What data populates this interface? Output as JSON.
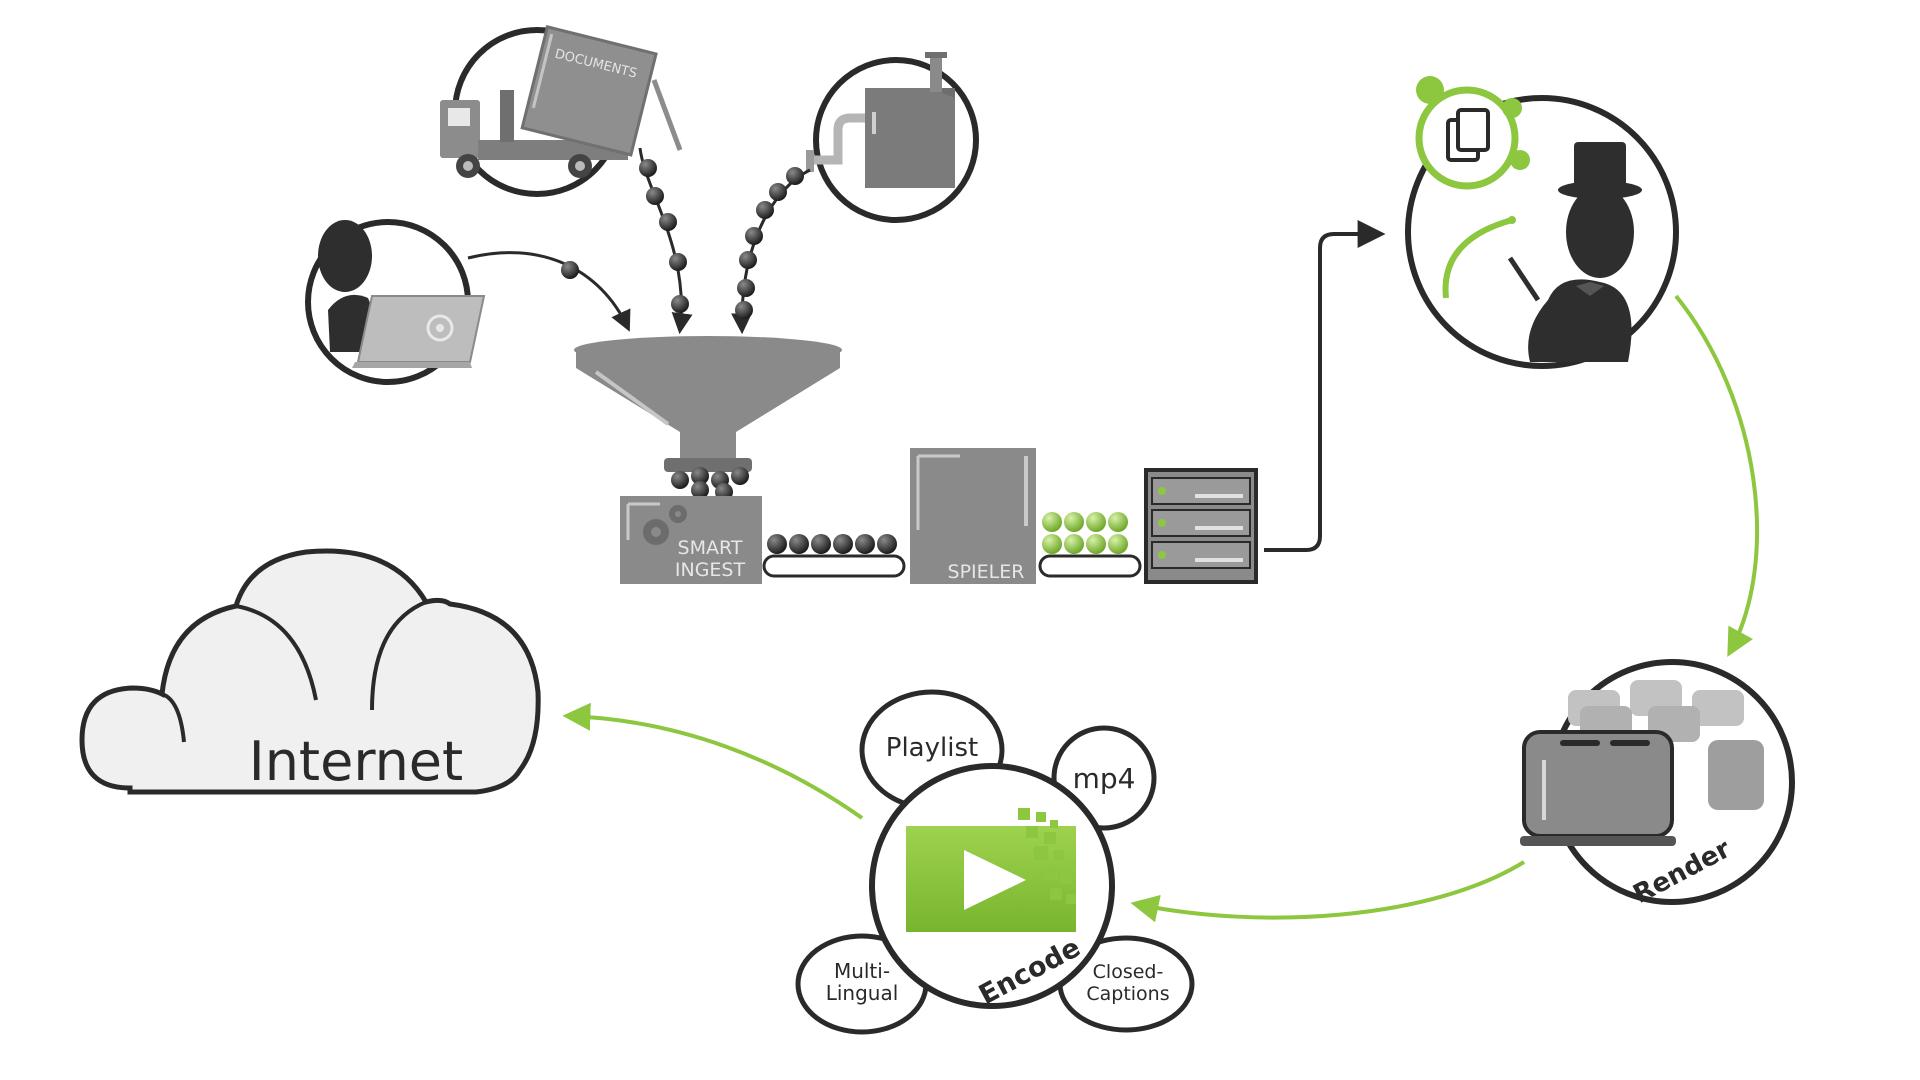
{
  "labels": {
    "documents": "DOCUMENTS",
    "smart": "SMART",
    "ingest": "INGEST",
    "spieler": "SPIELER",
    "internet": "Internet",
    "playlist": "Playlist",
    "mp4": "mp4",
    "encode": "Encode",
    "multi1": "Multi-",
    "multi2": "Lingual",
    "closed1": "Closed-",
    "closed2": "Captions",
    "render": "Render"
  },
  "icons": [
    "user-laptop-icon",
    "document-truck-icon",
    "boiler-pipe-icon",
    "funnel-icon",
    "gears-icon",
    "server-rack-icon",
    "magician-icon",
    "pages-icon",
    "toaster-icon",
    "play-video-icon",
    "cloud-icon"
  ],
  "colors": {
    "accent": "#8dc63f",
    "dark": "#2a2a2a",
    "mid": "#7a7a7a",
    "light": "#a0a0a0"
  }
}
